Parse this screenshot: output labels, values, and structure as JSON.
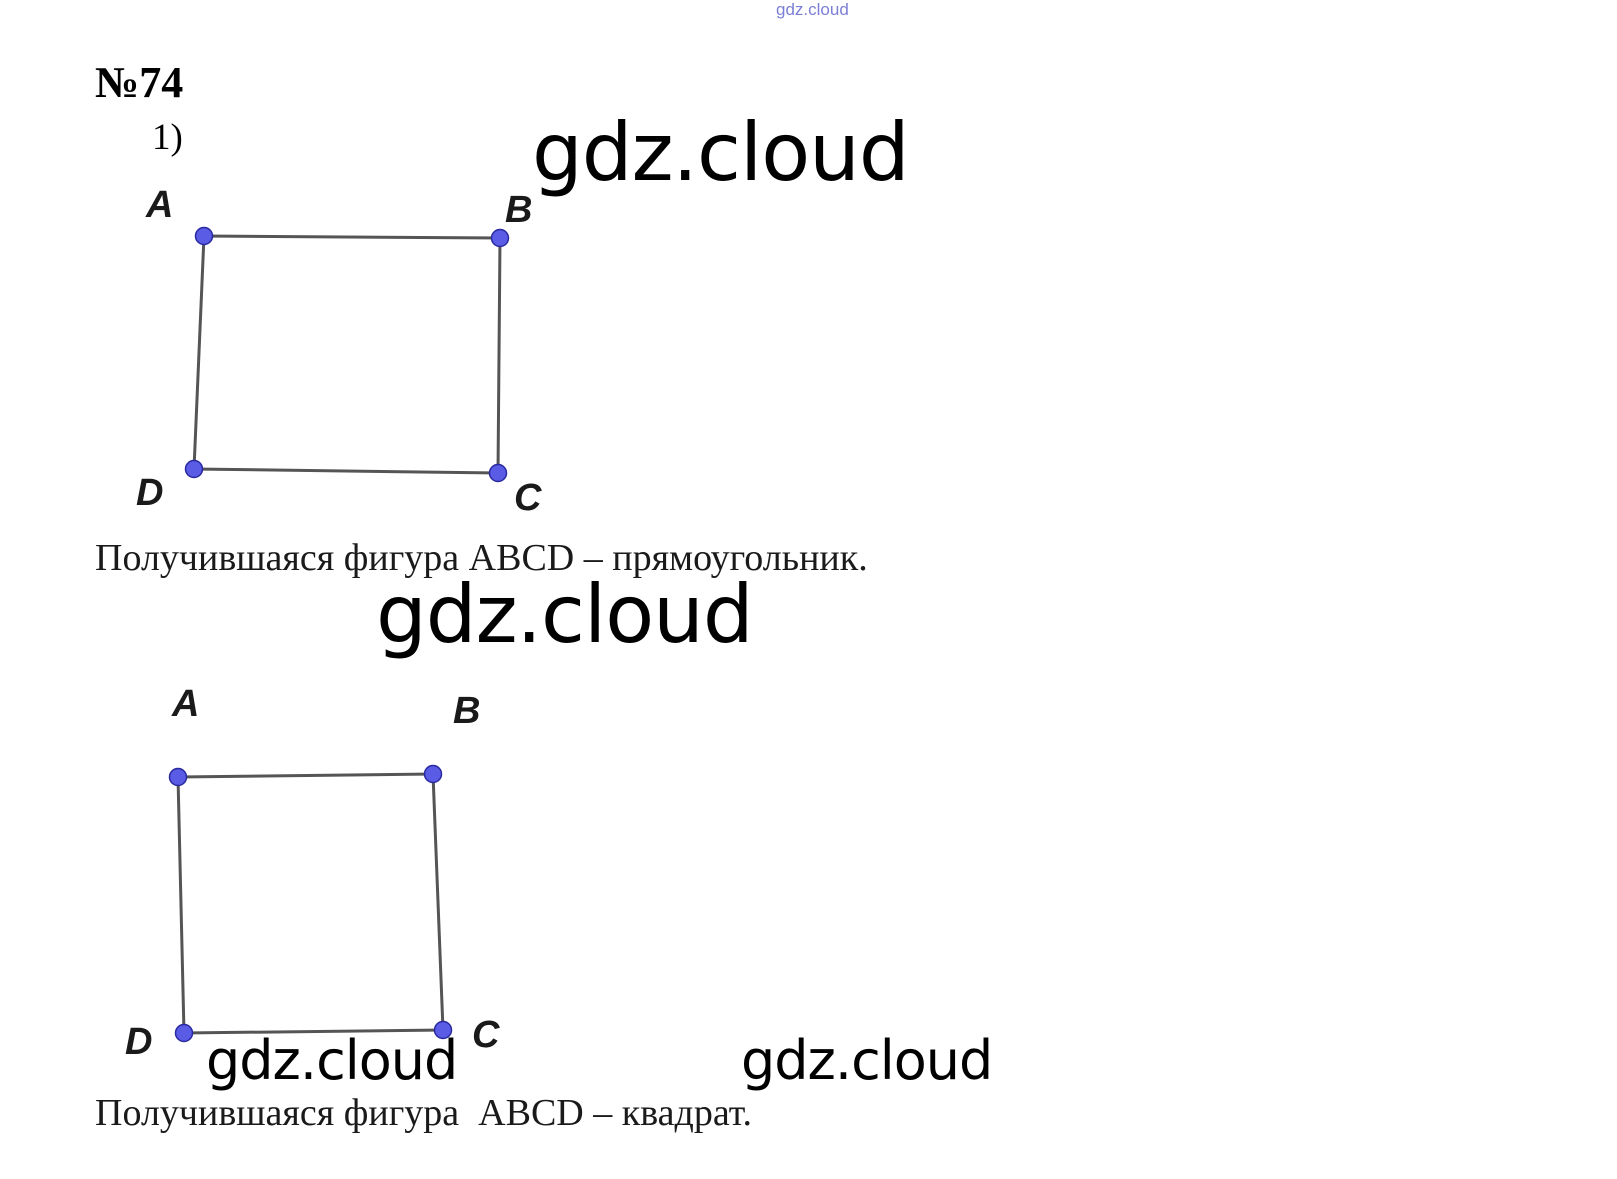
{
  "header": {
    "site_watermark": "gdz.cloud",
    "problem_number": "№74",
    "part_label": "1)"
  },
  "figures": [
    {
      "vertices": [
        "A",
        "B",
        "C",
        "D"
      ],
      "caption": "Получившаяся фигура ABCD – прямоугольник."
    },
    {
      "vertices": [
        "A",
        "B",
        "C",
        "D"
      ],
      "caption": "Получившаяся фигура  ABCD – квадрат."
    }
  ],
  "watermarks": [
    "gdz.cloud",
    "gdz.cloud",
    "gdz.cloud",
    "gdz.cloud"
  ],
  "colors": {
    "vertex_point": "#5a5ce6",
    "vertex_outline": "#2a2aa0",
    "edge": "#555555",
    "top_watermark": "#7b7fd6"
  }
}
